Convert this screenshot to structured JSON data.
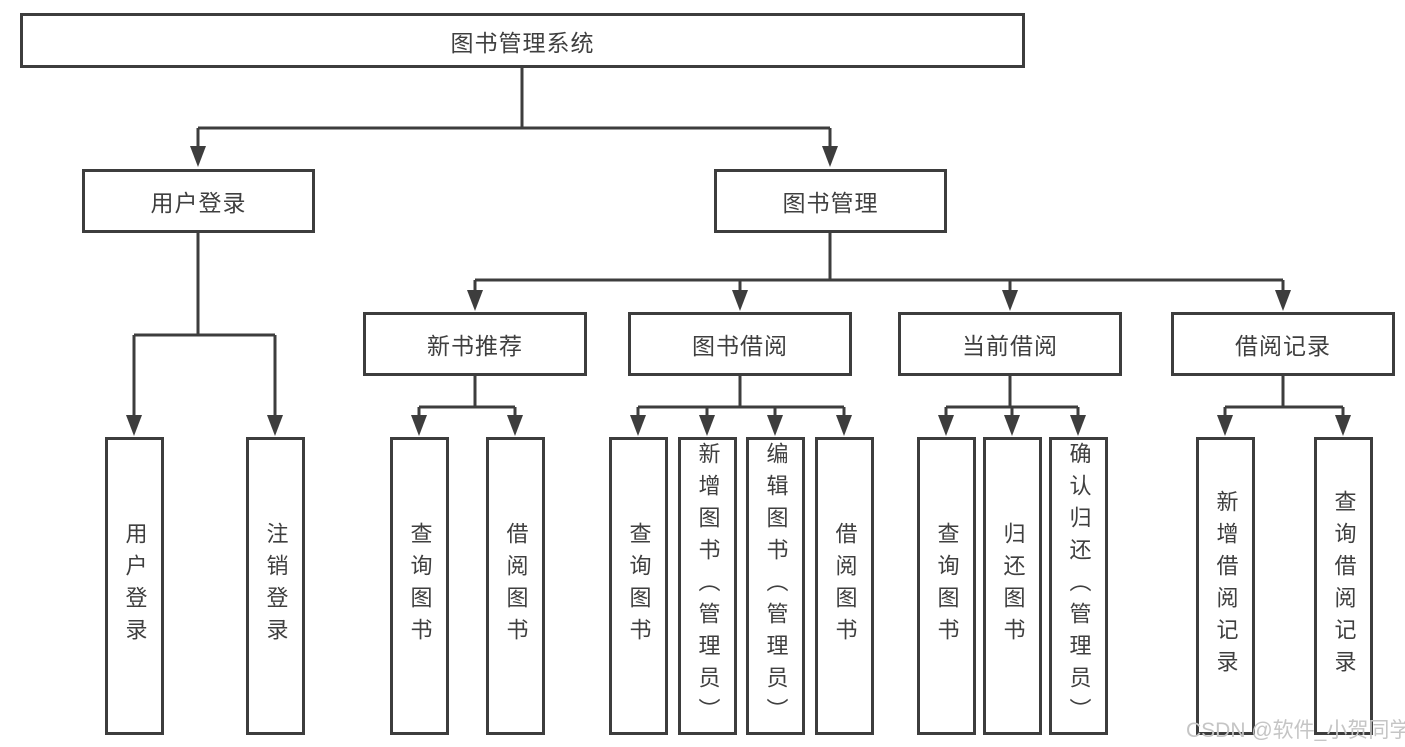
{
  "diagram": {
    "title": "图书管理系统",
    "level2": [
      {
        "label": "用户登录"
      },
      {
        "label": "图书管理"
      }
    ],
    "user_children": [
      {
        "label": "用户登录"
      },
      {
        "label": "注销登录"
      }
    ],
    "groups": [
      {
        "label": "新书推荐",
        "children": [
          {
            "label": "查询图书"
          },
          {
            "label": "借阅图书"
          }
        ]
      },
      {
        "label": "图书借阅",
        "children": [
          {
            "label": "查询图书"
          },
          {
            "label": "新增图书（管理员）"
          },
          {
            "label": "编辑图书（管理员）"
          },
          {
            "label": "借阅图书"
          }
        ]
      },
      {
        "label": "当前借阅",
        "children": [
          {
            "label": "查询图书"
          },
          {
            "label": "归还图书"
          },
          {
            "label": "确认归还（管理员）"
          }
        ]
      },
      {
        "label": "借阅记录",
        "children": [
          {
            "label": "新增借阅记录"
          },
          {
            "label": "查询借阅记录"
          }
        ]
      }
    ],
    "watermark": "CSDN @软件_小贺同学",
    "colors": {
      "line": "#3d3d3d",
      "text": "#3f3f3f",
      "watermark": "#c5c5c5",
      "background": "#ffffff"
    }
  }
}
